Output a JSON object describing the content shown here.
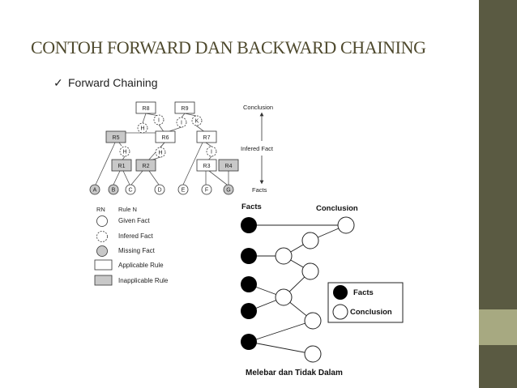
{
  "title": "CONTOH FORWARD DAN BACKWARD CHAINING",
  "bullet": {
    "mark": "✓",
    "text": "Forward Chaining"
  },
  "diagram_top": {
    "rules": [
      "R8",
      "R9",
      "R5",
      "R6",
      "R7",
      "R1",
      "R2",
      "R3",
      "R4"
    ],
    "inferred_facts": [
      "H",
      "I",
      "I",
      "K",
      "H",
      "H",
      "I"
    ],
    "facts": [
      "A",
      "B",
      "C",
      "D",
      "E",
      "F",
      "G"
    ],
    "levels": [
      "Conclusion",
      "Infered Fact",
      "Facts"
    ]
  },
  "legend": {
    "header_rn": "RN",
    "header_rule": "Rule N",
    "items": [
      "Given Fact",
      "Infered Fact",
      "Missing Fact",
      "Applicable Rule",
      "Inapplicable Rule"
    ]
  },
  "diagram_bottom": {
    "facts_label": "Facts",
    "conclusion_label": "Conclusion",
    "legend_facts": "Facts",
    "legend_conclusion": "Conclusion",
    "caption": "Melebar dan Tidak Dalam"
  },
  "colors": {
    "sidebar": "#5a5a42",
    "sidebar_accent": "#a7a981",
    "title": "#4f4a2e"
  }
}
